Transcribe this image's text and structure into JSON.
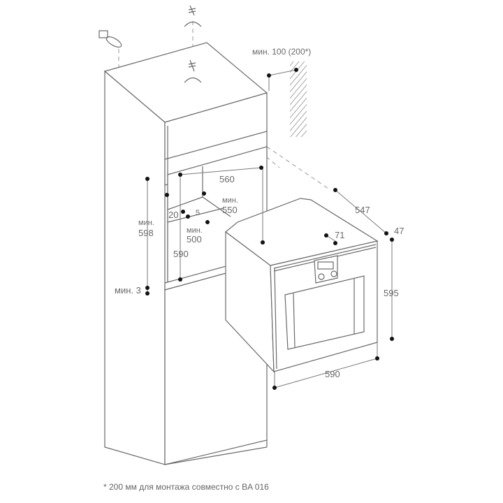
{
  "diagram": {
    "labels": {
      "vent_clearance": "мин. 100 (200*)",
      "niche_width": "560",
      "niche_depth_min_label": "мин.",
      "niche_depth_min": "550",
      "offset_20": "20",
      "offset_5": "5",
      "niche_inner_min_label": "мин.",
      "niche_inner_min": "500",
      "niche_height_min_label": "мин.",
      "niche_height_min": "598",
      "niche_height": "590",
      "gap_min": "мин. 3",
      "oven_depth": "547",
      "front_depth": "47",
      "panel_offset": "71",
      "oven_height": "595",
      "oven_width": "590"
    },
    "footnote": "* 200 мм для монтажа совместно с BA 016"
  }
}
